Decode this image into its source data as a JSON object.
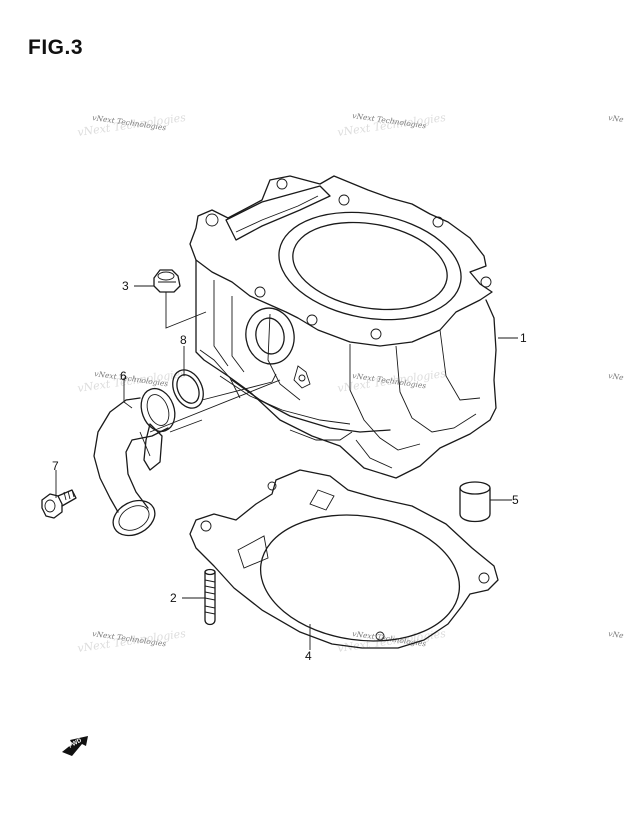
{
  "figure": {
    "title": "FIG.3"
  },
  "watermark": {
    "text": "vNext Technologies"
  },
  "callouts": [
    {
      "id": "1",
      "label": "1"
    },
    {
      "id": "2",
      "label": "2"
    },
    {
      "id": "3",
      "label": "3"
    },
    {
      "id": "4",
      "label": "4"
    },
    {
      "id": "5",
      "label": "5"
    },
    {
      "id": "6",
      "label": "6"
    },
    {
      "id": "7",
      "label": "7"
    },
    {
      "id": "8",
      "label": "8"
    }
  ],
  "direction_indicator": {
    "text": "FWD"
  },
  "colors": {
    "line": "#1a1a1a",
    "watermark": "#7a7a7a",
    "background": "#ffffff"
  }
}
